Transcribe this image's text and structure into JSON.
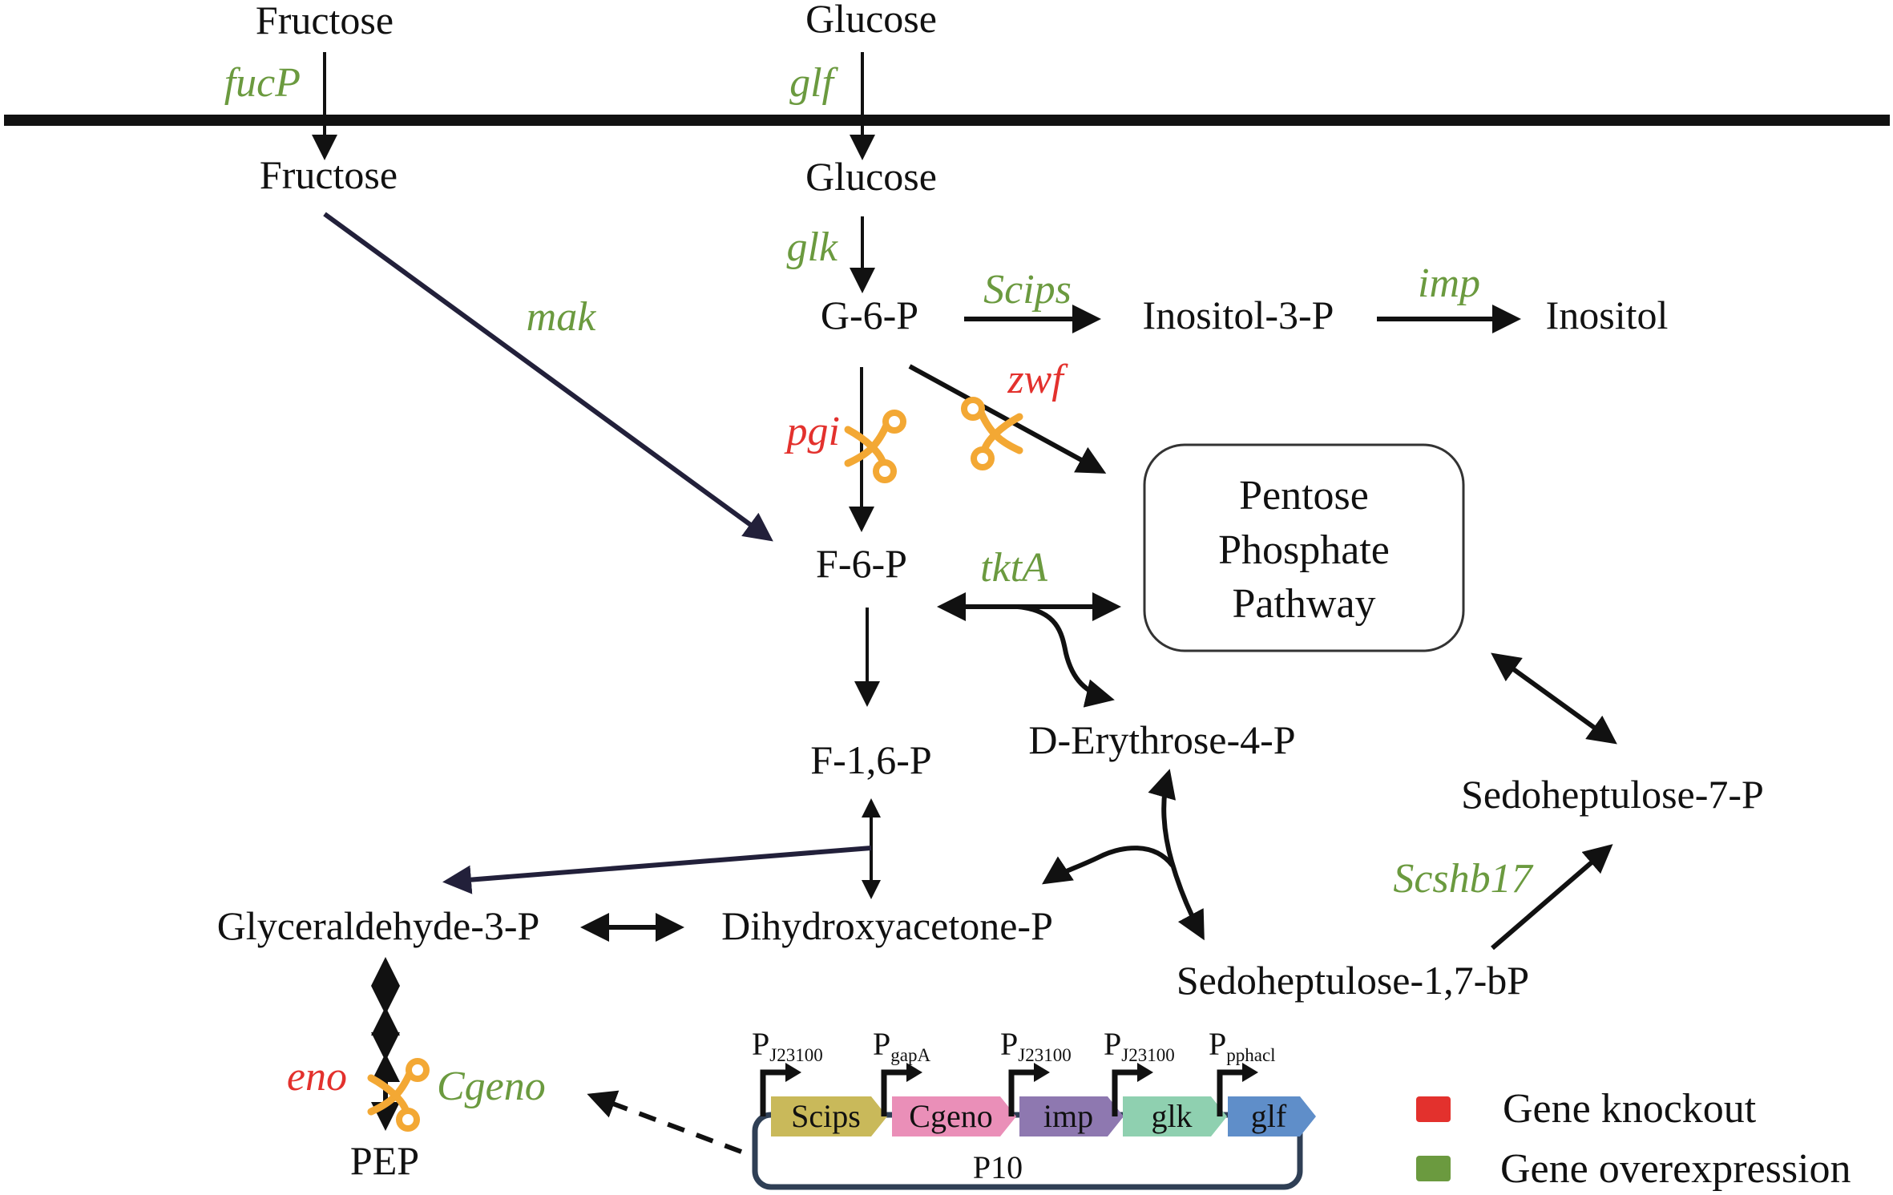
{
  "diagram": {
    "extracellular": {
      "fructose": "Fructose",
      "glucose": "Glucose"
    },
    "transporters": {
      "fucP": "fucP",
      "glf": "glf"
    },
    "metabolites": {
      "fructose": "Fructose",
      "glucose": "Glucose",
      "g6p": "G-6-P",
      "inositol3p": "Inositol-3-P",
      "inositol": "Inositol",
      "f6p": "F-6-P",
      "f16p": "F-1,6-P",
      "e4p": "D-Erythrose-4-P",
      "s7p": "Sedoheptulose-7-P",
      "g3p": "Glyceraldehyde-3-P",
      "dhap": "Dihydroxyacetone-P",
      "s17bp": "Sedoheptulose-1,7-bP",
      "pep": "PEP"
    },
    "pathway_box": {
      "line1": "Pentose",
      "line2": "Phosphate",
      "line3": "Pathway"
    },
    "genes": {
      "mak": {
        "label": "mak",
        "type": "overexpression"
      },
      "glk": {
        "label": "glk",
        "type": "overexpression"
      },
      "Scips": {
        "label": "Scips",
        "type": "overexpression"
      },
      "imp": {
        "label": "imp",
        "type": "overexpression"
      },
      "zwf": {
        "label": "zwf",
        "type": "knockout"
      },
      "pgi": {
        "label": "pgi",
        "type": "knockout"
      },
      "tktA": {
        "label": "tktA",
        "type": "overexpression"
      },
      "Scshb17": {
        "label": "Scshb17",
        "type": "overexpression"
      },
      "eno": {
        "label": "eno",
        "type": "knockout"
      },
      "Cgeno": {
        "label": "Cgeno",
        "type": "overexpression"
      }
    },
    "plasmid": {
      "name": "P10",
      "parts": [
        {
          "promoter": "P",
          "promoter_sub": "J23100",
          "gene": "Scips",
          "color": "#c9b95a"
        },
        {
          "promoter": "P",
          "promoter_sub": "gapA",
          "gene": "Cgeno",
          "color": "#ea8fb8"
        },
        {
          "promoter": "P",
          "promoter_sub": "J23100",
          "gene": "imp",
          "color": "#8e78b0"
        },
        {
          "promoter": "P",
          "promoter_sub": "J23100",
          "gene": "glk",
          "color": "#8fd0b0"
        },
        {
          "promoter": "P",
          "promoter_sub": "pphacl",
          "gene": "glf",
          "color": "#5f8ec9"
        }
      ]
    },
    "legend": {
      "knockout": {
        "label": "Gene knockout",
        "color": "#e3312d"
      },
      "overexpression": {
        "label": "Gene overexpression",
        "color": "#6b9a3f"
      }
    },
    "colors": {
      "knockout": "#e3312d",
      "overexpression": "#6b9a3f",
      "scissors": "#f3a834",
      "plasmid_backbone": "#2f3f55"
    }
  }
}
